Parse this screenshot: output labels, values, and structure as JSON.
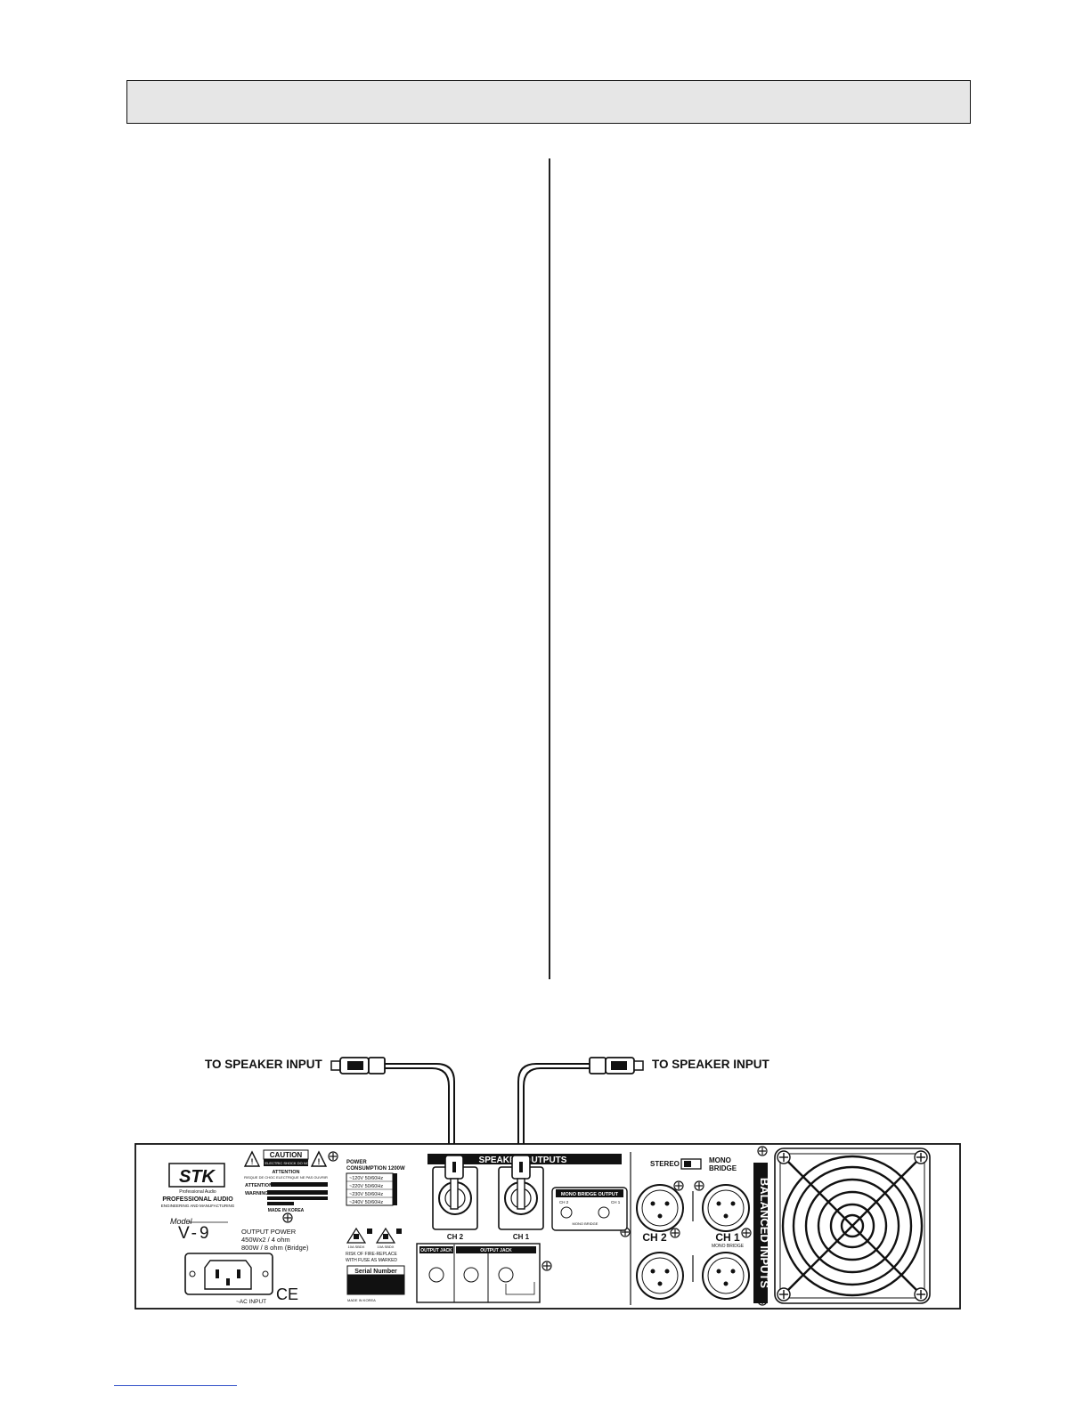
{
  "header": {
    "title": ""
  },
  "diagram": {
    "cable_left_label": "TO SPEAKER INPUT",
    "cable_right_label": "TO SPEAKER INPUT",
    "panel": {
      "brand": "STK",
      "brand_tag": "Professional Audio",
      "brand_line": "PROFESSIONAL AUDIO",
      "brand_sub": "ENGINEERING AND MANUFACTURING",
      "model_label": "Model",
      "model_name": "V-9",
      "output_power_title": "OUTPUT POWER",
      "output_power_line1": "450Wx2  / 4 ohm",
      "output_power_line2": "800W   / 8 ohm (Bridge)",
      "ac_input_label": "~AC INPUT",
      "ce_mark": "CE",
      "caution_title": "CAUTION",
      "caution_sub": "RISK OF ELECTRIC SHOCK DO NOT OPEN",
      "attention_title": "ATTENTION",
      "attention_sub": "RISQUE DE CHOC ELECTRIQUE NE PAS OUVRIR",
      "attention_label": "ATTENTION",
      "warning_label": "WARNING",
      "made_in_korea_top": "MADE IN KOREA",
      "power_consumption_title": "POWER",
      "power_consumption_sub": "CONSUMPTION 1200W",
      "voltages": [
        "~120V 50/60Hz",
        "~220V 50/60Hz",
        "~230V 50/60Hz",
        "~240V 50/60Hz"
      ],
      "fuse_left": "10A SBDX",
      "fuse_right": "10A SBDX",
      "fuse_note_line1": "RISK OF FIRE-REPLACE",
      "fuse_note_line2": "WITH FUSE AS MARKED",
      "serial_label": "Serial Number",
      "made_in_korea_bottom": "MADE IN KOREA",
      "speaker_outputs_title": "SPEAKER OUTPUTS",
      "ch2_label": "CH 2",
      "ch1_label": "CH 1",
      "mono_bridge_output_title": "MONO BRIDGE OUTPUT",
      "mono_bridge_ch2": "CH 2",
      "mono_bridge_ch1": "CH 1",
      "mono_bridge_small": "MONO BRIDGE",
      "output_jack_left": "OUTPUT JACK",
      "output_jack_right": "OUTPUT JACK",
      "stereo_label": "STEREO",
      "mono_label": "MONO",
      "bridge_label": "BRIDGE",
      "input_ch2_label": "CH 2",
      "input_ch1_label": "CH 1",
      "input_mono_bridge": "MONO BRIDGE",
      "balanced_inputs_title": "BALANCED INPUTS"
    }
  }
}
